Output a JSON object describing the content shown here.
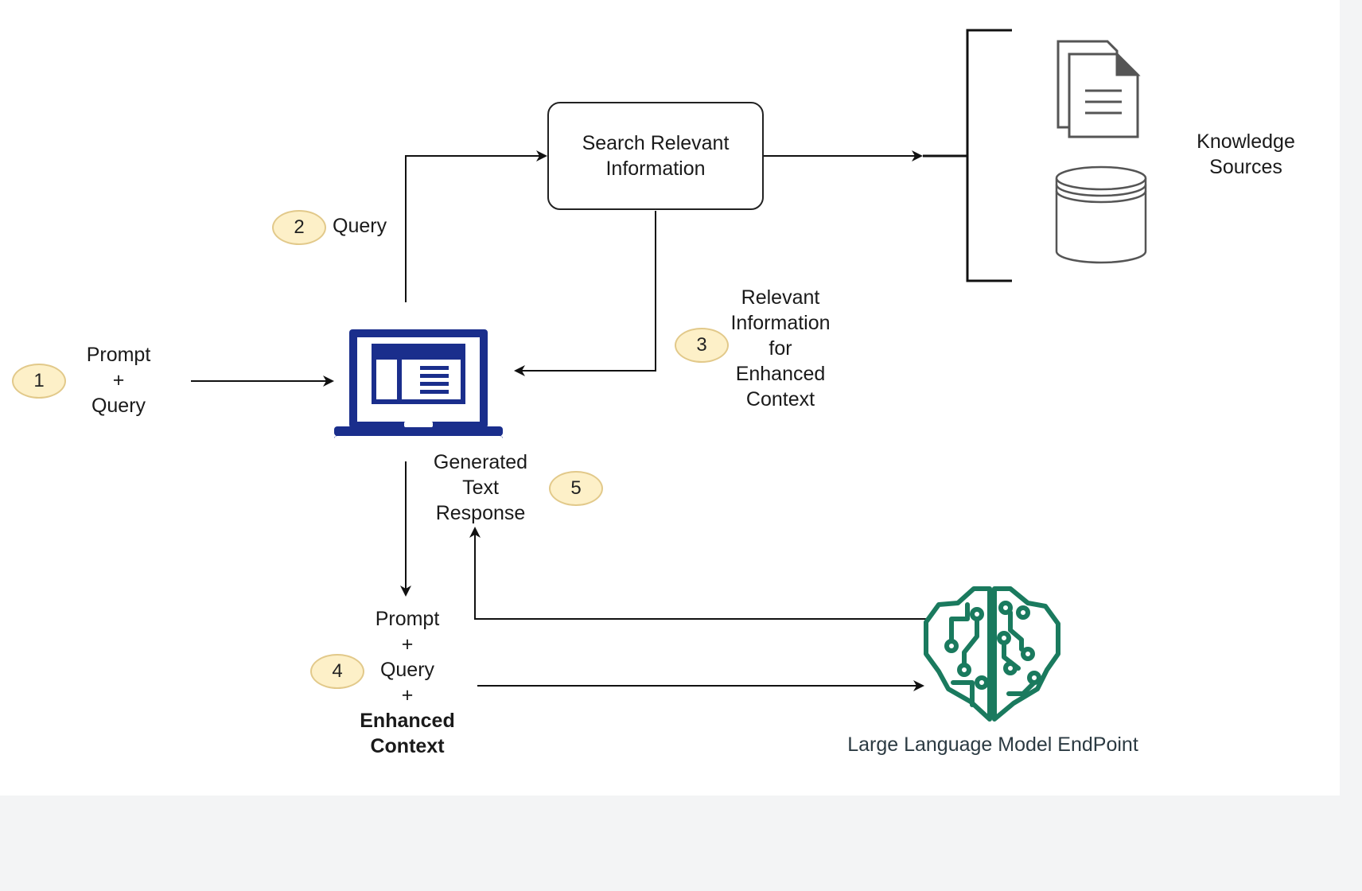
{
  "search_box": {
    "line1": "Search Relevant",
    "line2": "Information"
  },
  "knowledge": {
    "line1": "Knowledge",
    "line2": "Sources"
  },
  "step1": {
    "num": "1",
    "line1": "Prompt",
    "line2": "+",
    "line3": "Query"
  },
  "step2": {
    "num": "2",
    "label": "Query"
  },
  "step3": {
    "num": "3",
    "line1": "Relevant",
    "line2": "Information",
    "line3": "for",
    "line4": "Enhanced",
    "line5": "Context"
  },
  "step4": {
    "num": "4",
    "line1": "Prompt",
    "line2": "+",
    "line3": "Query",
    "line4": "+",
    "line5": "Enhanced",
    "line6": "Context"
  },
  "step5": {
    "num": "5",
    "line1": "Generated",
    "line2": "Text",
    "line3": "Response"
  },
  "llm": {
    "label": "Large Language Model EndPoint"
  },
  "colors": {
    "badge_fill": "#fdf0c8",
    "badge_border": "#e2c98a",
    "laptop": "#1a2e8c",
    "brain": "#1a7a5e",
    "icon_gray": "#555555"
  },
  "icons": [
    "laptop-icon",
    "documents-icon",
    "database-icon",
    "brain-circuit-icon"
  ]
}
